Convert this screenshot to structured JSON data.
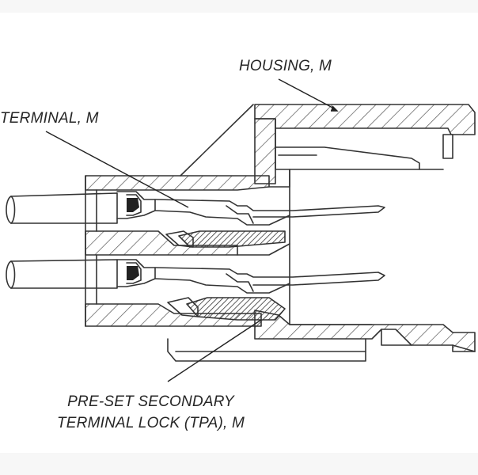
{
  "labels": {
    "housing": "HOUSING, M",
    "terminal": "TERMINAL, M",
    "tpa_line1": "PRE-SET SECONDARY",
    "tpa_line2": "TERMINAL LOCK (TPA), M"
  },
  "colors": {
    "line": "#333333",
    "hatch": "#555555",
    "band": "#f7f7f7"
  }
}
